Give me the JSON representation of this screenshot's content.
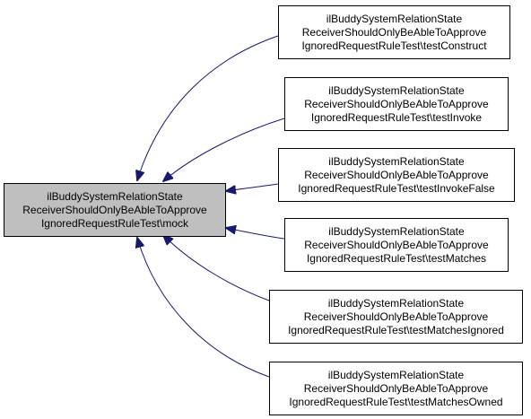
{
  "diagram": {
    "colors": {
      "edge": "#191970",
      "center_fill": "#bfbfbf",
      "node_fill": "#ffffff",
      "border": "#000000"
    },
    "center": {
      "lines": [
        "ilBuddySystemRelationState",
        "ReceiverShouldOnlyBeAbleToApprove",
        "IgnoredRequestRuleTest\\mock"
      ]
    },
    "callers": [
      {
        "id": "testConstruct",
        "lines": [
          "ilBuddySystemRelationState",
          "ReceiverShouldOnlyBeAbleToApprove",
          "IgnoredRequestRuleTest\\testConstruct"
        ]
      },
      {
        "id": "testInvoke",
        "lines": [
          "ilBuddySystemRelationState",
          "ReceiverShouldOnlyBeAbleToApprove",
          "IgnoredRequestRuleTest\\testInvoke"
        ]
      },
      {
        "id": "testInvokeFalse",
        "lines": [
          "ilBuddySystemRelationState",
          "ReceiverShouldOnlyBeAbleToApprove",
          "IgnoredRequestRuleTest\\testInvokeFalse"
        ]
      },
      {
        "id": "testMatches",
        "lines": [
          "ilBuddySystemRelationState",
          "ReceiverShouldOnlyBeAbleToApprove",
          "IgnoredRequestRuleTest\\testMatches"
        ]
      },
      {
        "id": "testMatchesIgnored",
        "lines": [
          "ilBuddySystemRelationState",
          "ReceiverShouldOnlyBeAbleToApprove",
          "IgnoredRequestRuleTest\\testMatchesIgnored"
        ]
      },
      {
        "id": "testMatchesOwned",
        "lines": [
          "ilBuddySystemRelationState",
          "ReceiverShouldOnlyBeAbleToApprove",
          "IgnoredRequestRuleTest\\testMatchesOwned"
        ]
      }
    ]
  }
}
